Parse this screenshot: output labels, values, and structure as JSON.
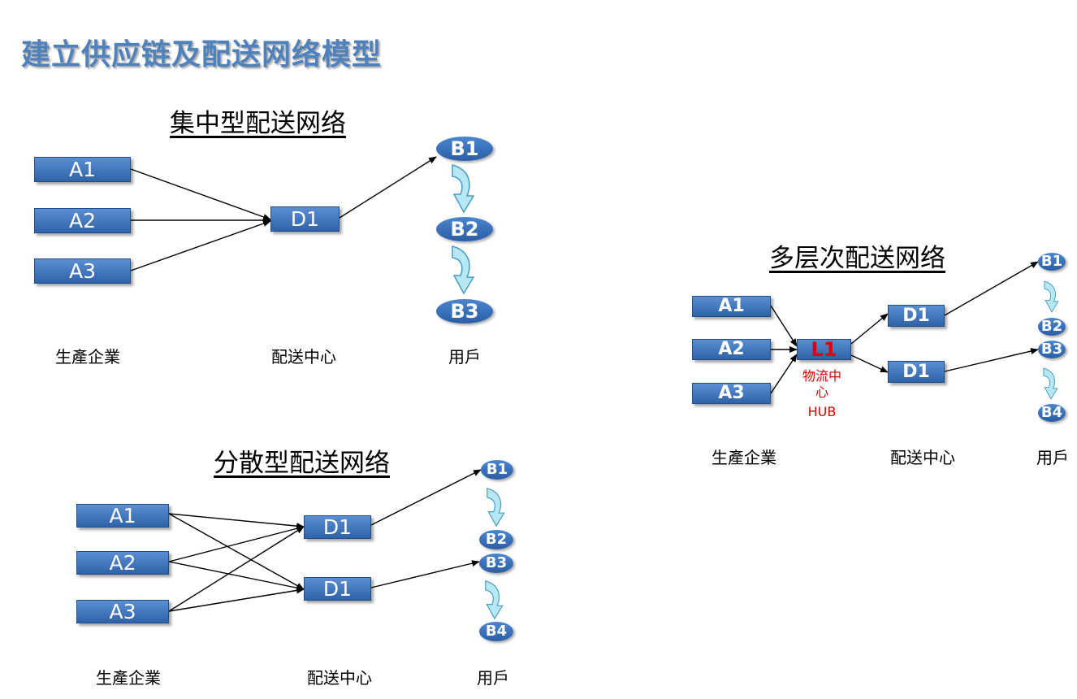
{
  "page": {
    "title": "建立供应链及配送网络模型"
  },
  "centralized": {
    "title": "集中型配送网络",
    "suppliers": [
      "A1",
      "A2",
      "A3"
    ],
    "centers": [
      "D1"
    ],
    "customers": [
      "B1",
      "B2",
      "B3"
    ],
    "labels": {
      "suppliers": "生產企業",
      "centers": "配送中心",
      "customers": "用戶"
    }
  },
  "decentralized": {
    "title": "分散型配送网络",
    "suppliers": [
      "A1",
      "A2",
      "A3"
    ],
    "centers": [
      "D1",
      "D1"
    ],
    "customers": [
      "B1",
      "B2",
      "B3",
      "B4"
    ],
    "labels": {
      "suppliers": "生產企業",
      "centers": "配送中心",
      "customers": "用戶"
    }
  },
  "multilevel": {
    "title": "多层次配送网络",
    "suppliers": [
      "A1",
      "A2",
      "A3"
    ],
    "hub": {
      "label": "L1",
      "note_line1": "物流中",
      "note_line2": "心",
      "note_line3": "HUB"
    },
    "centers": [
      "D1",
      "D1"
    ],
    "customers": [
      "B1",
      "B2",
      "B3",
      "B4"
    ],
    "labels": {
      "suppliers": "生產企業",
      "centers": "配送中心",
      "customers": "用戶"
    }
  },
  "colors": {
    "box": "#2f62a8",
    "title": "#4f81bd",
    "hub_text": "#e00000",
    "flow_arrow": "#b7e8f5"
  },
  "icons": {
    "flow": "curved-down-arrow-icon"
  }
}
